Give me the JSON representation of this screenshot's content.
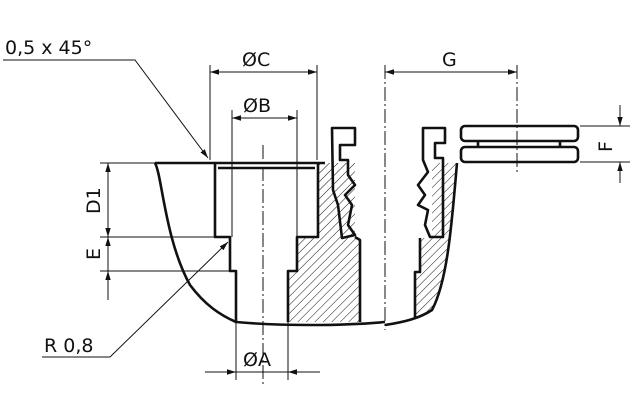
{
  "drawing": {
    "labels": {
      "chamfer": "0,5 x 45°",
      "dia_c": "ØC",
      "dia_b": "ØB",
      "dia_a": "ØA",
      "dim_g": "G",
      "dim_f": "F",
      "dim_d1": "D1",
      "dim_e": "E",
      "radius": "R 0,8"
    },
    "colors": {
      "line": "#111111",
      "background": "#ffffff"
    }
  }
}
